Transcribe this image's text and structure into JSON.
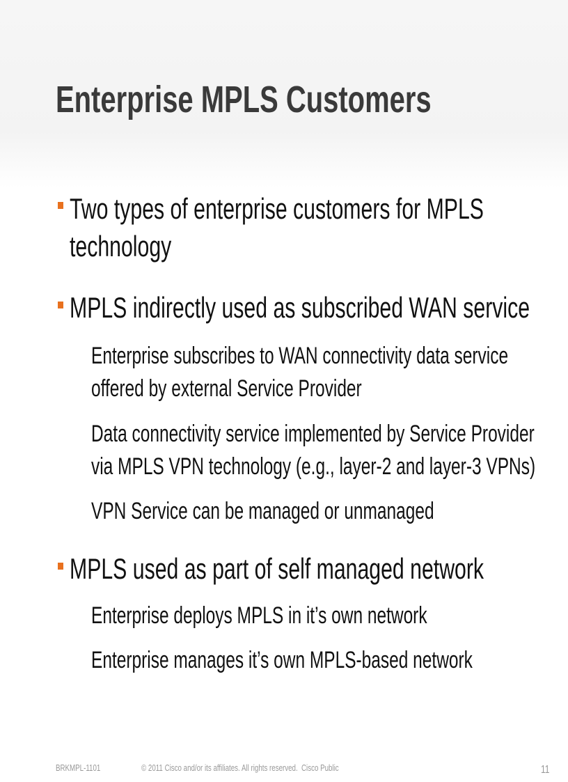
{
  "title": "Enterprise MPLS Customers",
  "bullets": [
    {
      "lines": [
        "Two types of enterprise customers for MPLS",
        "technology"
      ],
      "sub": []
    },
    {
      "lines": [
        "MPLS indirectly used as subscribed WAN service"
      ],
      "sub": [
        [
          "Enterprise subscribes to WAN connectivity data service",
          "offered by external Service Provider"
        ],
        [
          "Data connectivity service implemented by Service Provider",
          "via MPLS VPN technology (e.g., layer-2 and layer-3 VPNs)"
        ],
        [
          "VPN Service can be managed or unmanaged"
        ]
      ]
    },
    {
      "lines": [
        "MPLS used as part of self managed network"
      ],
      "sub": [
        [
          "Enterprise deploys MPLS in it’s own network"
        ],
        [
          "Enterprise manages it’s own MPLS-based network"
        ]
      ]
    }
  ],
  "footer": {
    "session": "BRKMPL-1101",
    "copyright": "© 2011 Cisco and/or its affiliates. All rights reserved.",
    "classification": "Cisco Public",
    "page": "11"
  },
  "colors": {
    "bullet": "#e8711f",
    "title": "#3a3a3a"
  }
}
